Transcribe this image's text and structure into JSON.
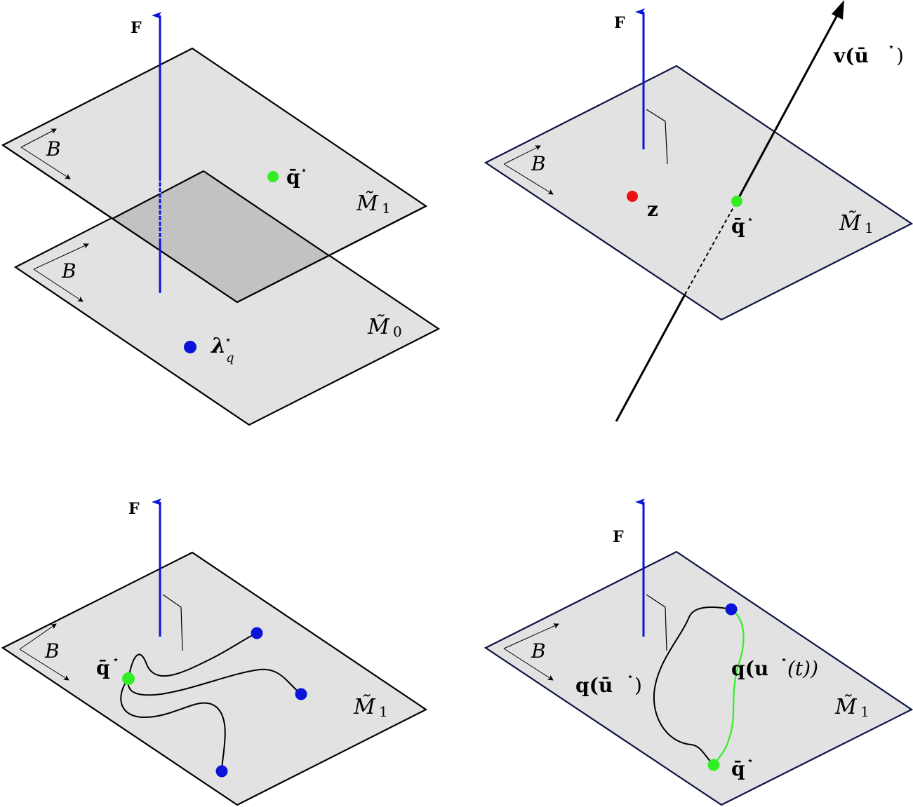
{
  "colors": {
    "plane_fill": "#e2e2e2",
    "overlap_fill": "#c2c2c2",
    "edge": "#000000",
    "edge_navy": "#0d1440",
    "force": "#0a14d8",
    "point_green": "#33ee22",
    "point_blue": "#0a14d8",
    "point_red": "#ee1111"
  },
  "panels": {
    "top_left": {
      "force_label": "F",
      "basis_upper": "B",
      "basis_lower": "B",
      "point_q_label": "q̄",
      "point_q_sup": "⋆",
      "manifold_upper_label": "M̃",
      "manifold_upper_sub": "1",
      "manifold_lower_label": "M̃",
      "manifold_lower_sub": "0",
      "point_lambda_label": "λ",
      "point_lambda_sup": "⋆",
      "point_lambda_sub": "q"
    },
    "top_right": {
      "force_label": "F",
      "velocity_label_main": "v(ū",
      "velocity_label_sup": "⋆",
      "velocity_label_close": ")",
      "basis": "B",
      "point_z_label": "z",
      "point_q_label": "q̄",
      "point_q_sup": "⋆",
      "manifold_label": "M̃",
      "manifold_sub": "1"
    },
    "bottom_left": {
      "force_label": "F",
      "basis": "B",
      "point_q_label": "q̄",
      "point_q_sup": "⋆",
      "manifold_label": "M̃",
      "manifold_sub": "1"
    },
    "bottom_right": {
      "force_label": "F",
      "basis": "B",
      "curve_black_label_main": "q(ū",
      "curve_black_label_sup": "⋆",
      "curve_black_label_close": ")",
      "curve_green_label_main": "q(u",
      "curve_green_label_sup": "⋆",
      "curve_green_label_tail": "(t))",
      "point_q_label": "q̄",
      "point_q_sup": "⋆",
      "manifold_label": "M̃",
      "manifold_sub": "1"
    }
  }
}
